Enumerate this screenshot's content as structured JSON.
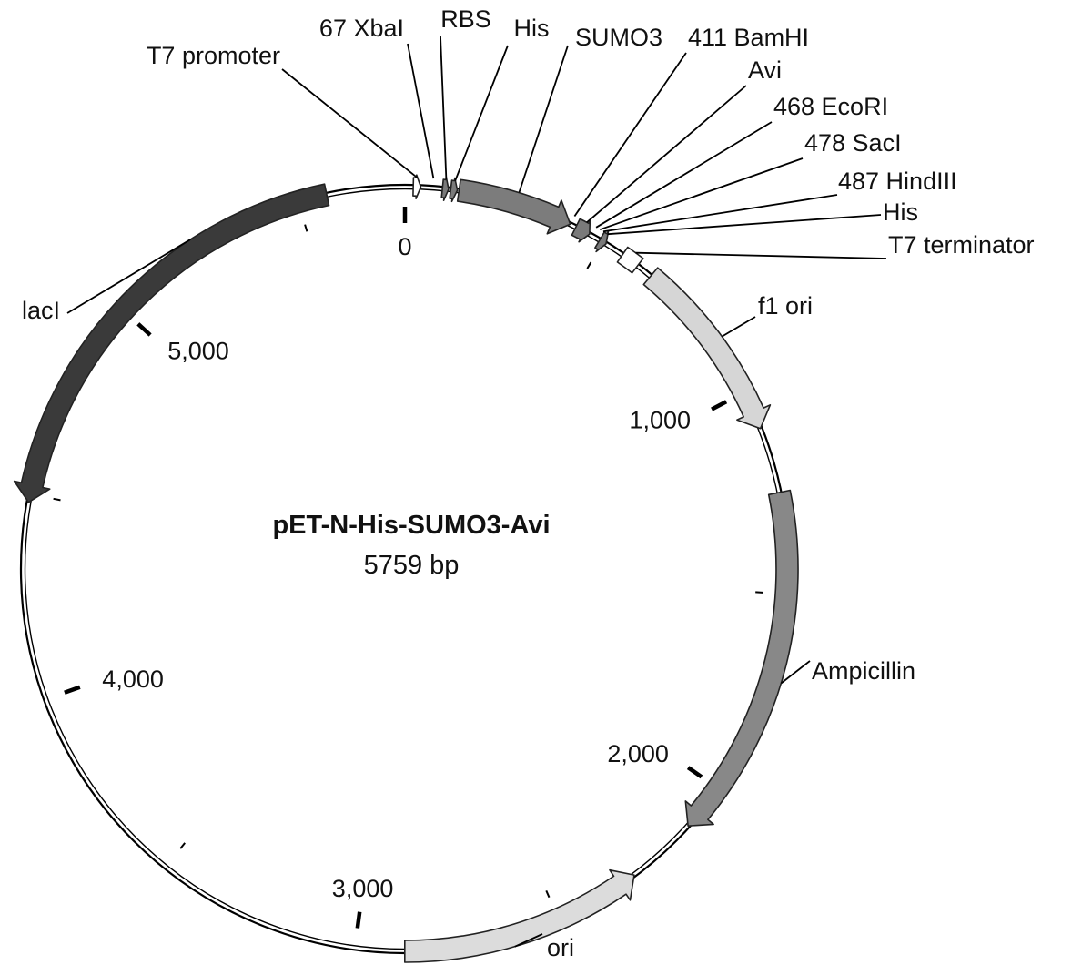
{
  "plasmid": {
    "name": "pET-N-His-SUMO3-Avi",
    "size_label": "5759 bp",
    "length_bp": 5759
  },
  "colors": {
    "backbone": "#000000",
    "lacI": "#3a3a3a",
    "ampicillin": "#888888",
    "sumo3": "#7c7c7c",
    "f1_ori": "#d6d6d6",
    "ori": "#dcdcdc",
    "small_feature": "#7a7a7a",
    "promoter": "#ffffff",
    "terminator": "#ffffff"
  },
  "ticks": {
    "major": [
      {
        "bp": 0,
        "label": "0"
      },
      {
        "bp": 1000,
        "label": "1,000"
      },
      {
        "bp": 2000,
        "label": "2,000"
      },
      {
        "bp": 3000,
        "label": "3,000"
      },
      {
        "bp": 4000,
        "label": "4,000"
      },
      {
        "bp": 5000,
        "label": "5,000"
      }
    ],
    "minor_bp": [
      500,
      1500,
      2500,
      3500,
      4500,
      5500
    ]
  },
  "features": [
    {
      "id": "t7-promoter",
      "name": "T7 promoter",
      "start": 20,
      "end": 38,
      "direction": 1,
      "kind": "promoter"
    },
    {
      "id": "rbs",
      "name": "RBS",
      "start": 90,
      "end": 105,
      "direction": 1,
      "kind": "small"
    },
    {
      "id": "his-n",
      "name": "His",
      "start": 110,
      "end": 126,
      "direction": 1,
      "kind": "small"
    },
    {
      "id": "sumo3",
      "name": "SUMO3",
      "start": 130,
      "end": 410,
      "direction": 1,
      "kind": "big"
    },
    {
      "id": "avi",
      "name": "Avi",
      "start": 425,
      "end": 462,
      "direction": 1,
      "kind": "small"
    },
    {
      "id": "his-c",
      "name": "His",
      "start": 490,
      "end": 508,
      "direction": 1,
      "kind": "small"
    },
    {
      "id": "t7-terminator",
      "name": "T7 terminator",
      "start": 555,
      "end": 600,
      "direction": 0,
      "kind": "terminator"
    },
    {
      "id": "f1-ori",
      "name": "f1 ori",
      "start": 640,
      "end": 1095,
      "direction": 1,
      "kind": "big"
    },
    {
      "id": "ampicillin",
      "name": "Ampicillin",
      "start": 1255,
      "end": 2115,
      "direction": 1,
      "kind": "big"
    },
    {
      "id": "ori",
      "name": "ori",
      "start": 2290,
      "end": 2880,
      "direction": -1,
      "kind": "big"
    },
    {
      "id": "laci",
      "name": "lacI",
      "start": 4480,
      "end": 5570,
      "direction": -1,
      "kind": "big"
    }
  ],
  "labels": [
    {
      "id": "lbl-xbai",
      "text": "67 XbaI",
      "bp": 67,
      "anchor": "end"
    },
    {
      "id": "lbl-t7-promoter",
      "text": "T7 promoter",
      "bp": 29,
      "anchor": "end"
    },
    {
      "id": "lbl-rbs",
      "text": "RBS",
      "bp": 97,
      "anchor": "middle"
    },
    {
      "id": "lbl-his-n",
      "text": "His",
      "bp": 118,
      "anchor": "middle"
    },
    {
      "id": "lbl-sumo3",
      "text": "SUMO3",
      "bp": 270,
      "anchor": "middle"
    },
    {
      "id": "lbl-bamhi",
      "text": "411 BamHI",
      "bp": 411,
      "anchor": "start"
    },
    {
      "id": "lbl-avi",
      "text": "Avi",
      "bp": 443,
      "anchor": "start"
    },
    {
      "id": "lbl-ecori",
      "text": "468 EcoRI",
      "bp": 468,
      "anchor": "start"
    },
    {
      "id": "lbl-saci",
      "text": "478 SacI",
      "bp": 478,
      "anchor": "start"
    },
    {
      "id": "lbl-hindiii",
      "text": "487 HindIII",
      "bp": 487,
      "anchor": "start"
    },
    {
      "id": "lbl-his-c",
      "text": "His",
      "bp": 499,
      "anchor": "start"
    },
    {
      "id": "lbl-t7-terminator",
      "text": "T7 terminator",
      "bp": 578,
      "anchor": "start"
    },
    {
      "id": "lbl-f1-ori",
      "text": "f1 ori",
      "bp": 860,
      "anchor": "start"
    },
    {
      "id": "lbl-ampicillin",
      "text": "Ampicillin",
      "bp": 1710,
      "anchor": "start"
    },
    {
      "id": "lbl-ori",
      "text": "ori",
      "bp": 2620,
      "anchor": "middle"
    },
    {
      "id": "lbl-laci",
      "text": "lacI",
      "bp": 5230,
      "anchor": "end"
    }
  ]
}
